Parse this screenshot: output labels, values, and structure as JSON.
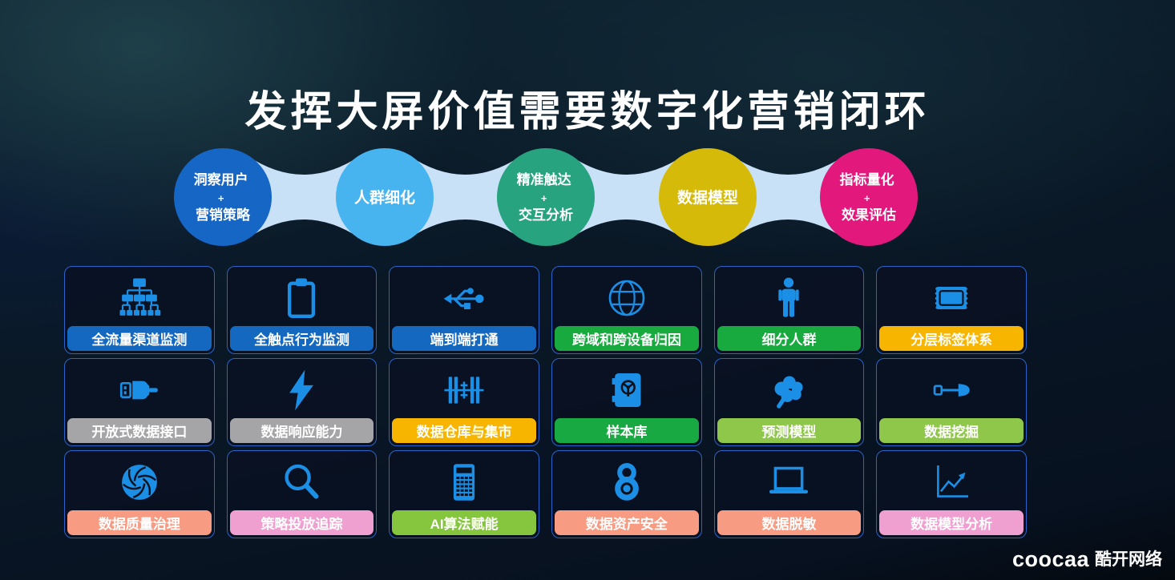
{
  "page": {
    "title": "发挥大屏价值需要数字化营销闭环"
  },
  "flow": {
    "connector_color": "#c8e1f7",
    "steps": [
      {
        "lines": [
          "洞察用户",
          "+",
          "营销策略"
        ],
        "color": "#1566c5"
      },
      {
        "lines": [
          "人群细化"
        ],
        "color": "#47b4f0"
      },
      {
        "lines": [
          "精准触达",
          "+",
          "交互分析"
        ],
        "color": "#28a380"
      },
      {
        "lines": [
          "数据模型"
        ],
        "color": "#d5ba0a"
      },
      {
        "lines": [
          "指标量化",
          "+",
          "效果评估"
        ],
        "color": "#e2187d"
      }
    ]
  },
  "grid": {
    "icon_color": "#1b8fe6",
    "cards": [
      {
        "label": "全流量渠道监测",
        "icon": "sitemap-icon",
        "label_color": "#1568c0"
      },
      {
        "label": "全触点行为监测",
        "icon": "clipboard-icon",
        "label_color": "#1568c0"
      },
      {
        "label": "端到端打通",
        "icon": "usb-symbol-icon",
        "label_color": "#1568c0"
      },
      {
        "label": "跨域和跨设备归因",
        "icon": "globe-icon",
        "label_color": "#18a93f"
      },
      {
        "label": "细分人群",
        "icon": "person-icon",
        "label_color": "#18a93f"
      },
      {
        "label": "分层标签体系",
        "icon": "ticket-icon",
        "label_color": "#f8b500"
      },
      {
        "label": "开放式数据接口",
        "icon": "usb-plug-icon",
        "label_color": "#a5a5a8"
      },
      {
        "label": "数据响应能力",
        "icon": "lightning-icon",
        "label_color": "#a5a5a8"
      },
      {
        "label": "数据仓库与集市",
        "icon": "space-station-icon",
        "label_color": "#f8b500"
      },
      {
        "label": "样本库",
        "icon": "safe-icon",
        "label_color": "#18a942"
      },
      {
        "label": "预测模型",
        "icon": "brain-icon",
        "label_color": "#8fc74a"
      },
      {
        "label": "数据挖掘",
        "icon": "shovel-icon",
        "label_color": "#8fc74a"
      },
      {
        "label": "数据质量治理",
        "icon": "aperture-icon",
        "label_color": "#f79b82"
      },
      {
        "label": "策略投放追踪",
        "icon": "magnifier-icon",
        "label_color": "#f0a0d0"
      },
      {
        "label": "AI算法赋能",
        "icon": "calculator-icon",
        "label_color": "#86c53e"
      },
      {
        "label": "数据资产安全",
        "icon": "padlock-icon",
        "label_color": "#f79b82"
      },
      {
        "label": "数据脱敏",
        "icon": "laptop-icon",
        "label_color": "#f79b82"
      },
      {
        "label": "数据模型分析",
        "icon": "chart-icon",
        "label_color": "#f0a0d0"
      }
    ]
  },
  "footer": {
    "logo_en": "coocaa",
    "logo_cn": "酷开网络"
  }
}
